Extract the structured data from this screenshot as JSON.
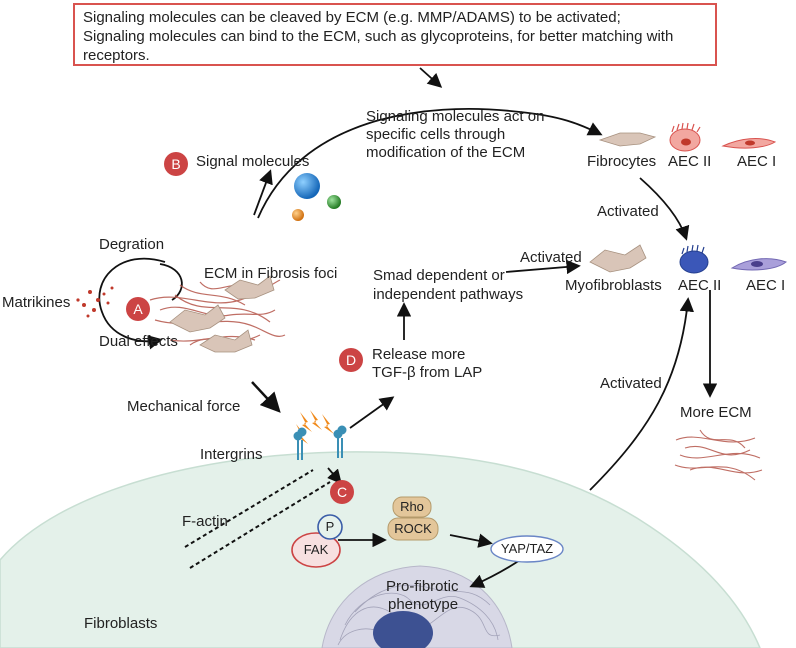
{
  "info_box": {
    "line1": "Signaling molecules can be cleaved by ECM (e.g. MMP/ADAMS) to be activated;",
    "line2": "Signaling molecules can bind to the ECM, such as glycoproteins, for better matching with",
    "line3": "receptors."
  },
  "top_arc_label": {
    "line1": "Signaling molecules act on",
    "line2": "specific cells through",
    "line3": "modification of the ECM"
  },
  "badges": {
    "a": "A",
    "b": "B",
    "c": "C",
    "d": "D"
  },
  "labels": {
    "signal_molecules": "Signal molecules",
    "degration": "Degration",
    "matrikines": "Matrikines",
    "dual_effects": "Dual effects",
    "ecm_fibrosis": "ECM in Fibrosis foci",
    "mechanical_force": "Mechanical force",
    "intergrins": "Intergrins",
    "f_actin": "F-actin",
    "fibroblasts": "Fibroblasts",
    "fibrocytes": "Fibrocytes",
    "aec2_top": "AEC II",
    "aec1_top": "AEC I",
    "activated_right": "Activated",
    "activated_mid": "Activated",
    "activated_lower": "Activated",
    "smad_line1": "Smad dependent or",
    "smad_line2": "independent pathways",
    "myofibroblasts": "Myofibroblasts",
    "aec2_mid": "AEC II",
    "aec1_mid": "AEC I",
    "release_line1": "Release more",
    "release_line2": "TGF-β from LAP",
    "more_ecm": "More ECM",
    "p": "P",
    "fak": "FAK",
    "rho": "Rho",
    "rock": "ROCK",
    "yap_taz": "YAP/TAZ",
    "pro_fibrotic_line1": "Pro-fibrotic",
    "pro_fibrotic_line2": "phenotype"
  },
  "colors": {
    "box_border": "#d9534f",
    "badge": "#cc4444",
    "cell_fill": "#e6f2ec",
    "nucleus_fill": "#dcdce8",
    "nucleolus": "#3a4f8c",
    "fiber": "#b5554a",
    "fibroblast_fill": "#d9c5b8",
    "sphere_blue": "#1f7fd6",
    "sphere_green": "#3a9a3a",
    "sphere_orange": "#e38a1c",
    "integrin": "#3a8fb5",
    "lightning": "#f08a1c",
    "fak_border": "#cc4444",
    "rho_fill": "#e8cfa8",
    "yap_border": "#6a86c6",
    "aec2_red": "#d9534f",
    "aec2_blue": "#2f4fb0",
    "aec1_purple": "#8e84c9"
  }
}
